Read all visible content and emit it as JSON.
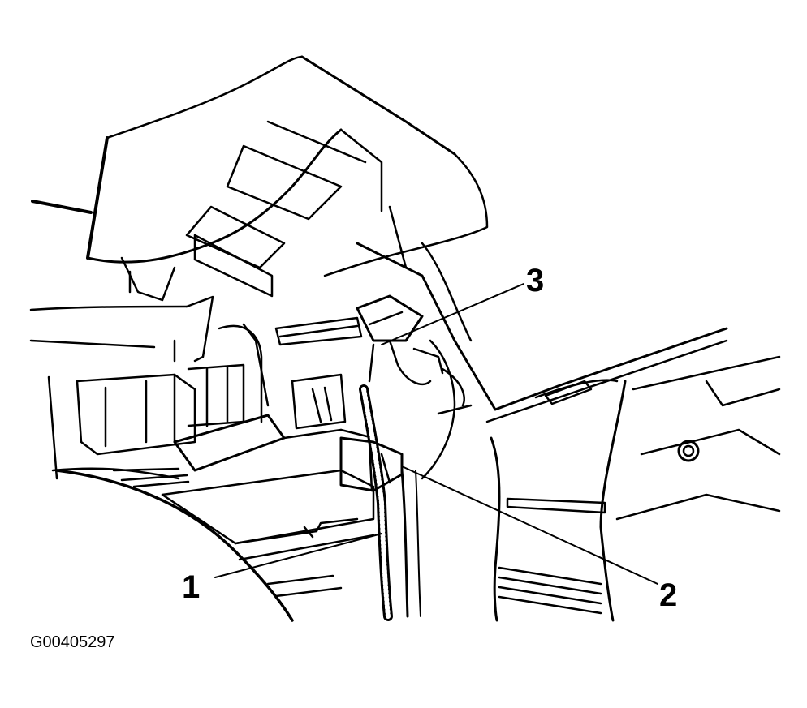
{
  "figure": {
    "id": "G00405297",
    "callouts": [
      {
        "key": "c1",
        "label": "1"
      },
      {
        "key": "c2",
        "label": "2"
      },
      {
        "key": "c3",
        "label": "3"
      }
    ]
  }
}
